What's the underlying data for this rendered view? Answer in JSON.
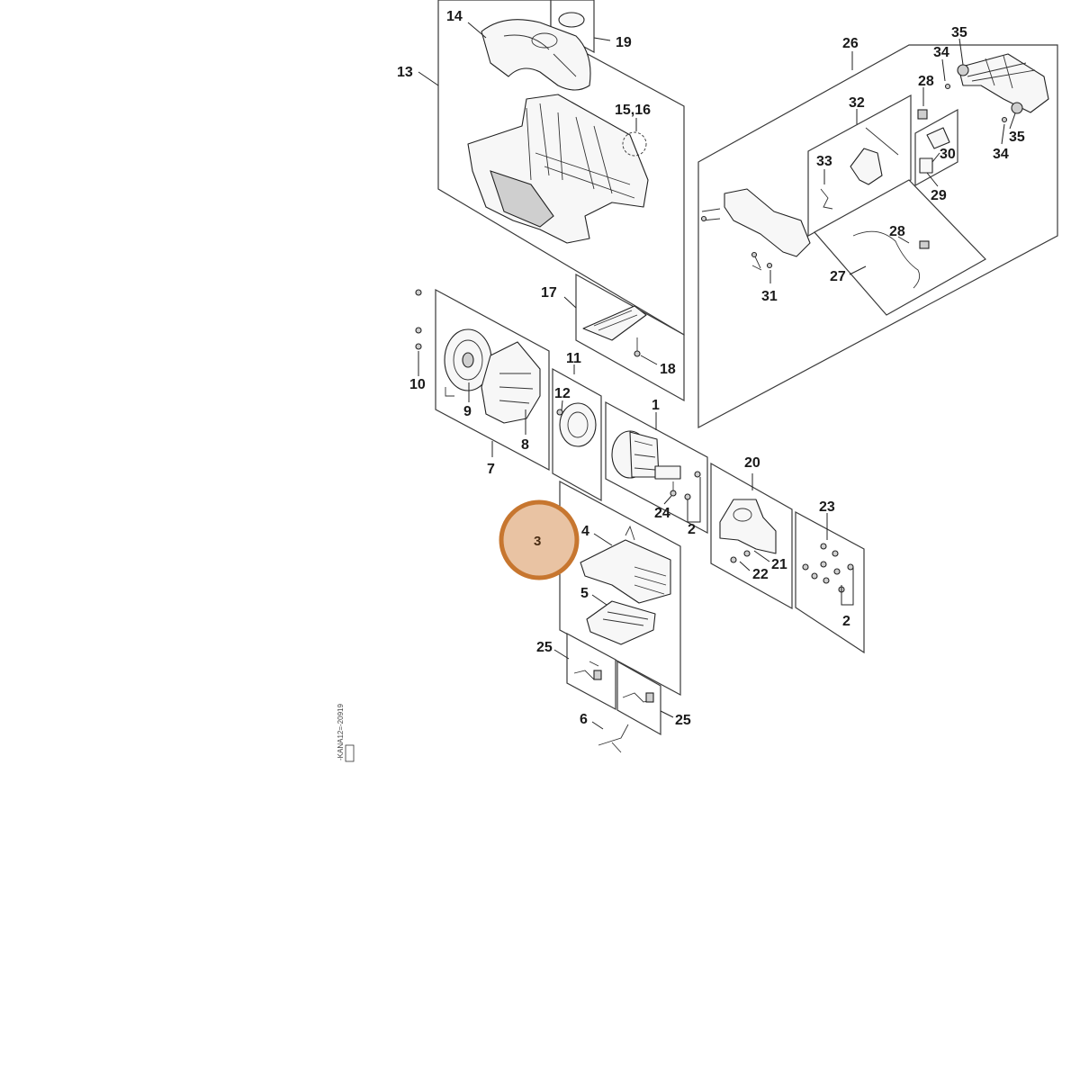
{
  "diagram": {
    "callouts": {
      "c1": "1",
      "c2a": "2",
      "c2b": "2",
      "c3": "3",
      "c4": "4",
      "c5": "5",
      "c6": "6",
      "c7": "7",
      "c8": "8",
      "c9": "9",
      "c10": "10",
      "c11": "11",
      "c12": "12",
      "c13": "13",
      "c14": "14",
      "c1516": "15,16",
      "c17": "17",
      "c18": "18",
      "c19": "19",
      "c20": "20",
      "c21": "21",
      "c22": "22",
      "c23": "23",
      "c24": "24",
      "c25a": "25",
      "c25b": "25",
      "c26": "26",
      "c27": "27",
      "c28a": "28",
      "c28b": "28",
      "c29": "29",
      "c30": "30",
      "c31": "31",
      "c32": "32",
      "c33": "33",
      "c34a": "34",
      "c34b": "34",
      "c35a": "35",
      "c35b": "35"
    },
    "highlighted_part": "3",
    "side_code": "-KANA12=-20919"
  }
}
